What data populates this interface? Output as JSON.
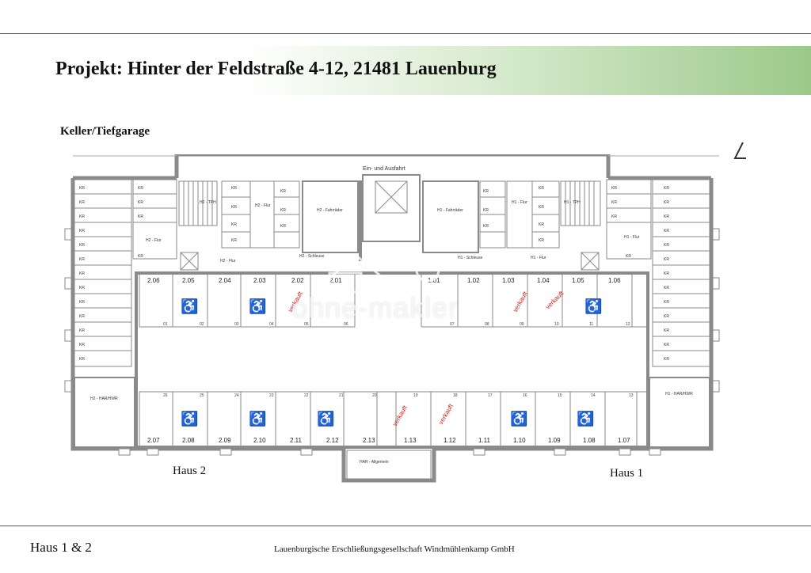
{
  "header": {
    "title": "Projekt: Hinter der Feldstraße 4-12, 21481 Lauenburg"
  },
  "section": {
    "title": "Keller/Tiefgarage"
  },
  "plan": {
    "entrance_label": "Ein- und Ausfahrt",
    "stall_top_codes": [
      "2.06",
      "2.05",
      "2.04",
      "2.03",
      "2.02",
      "2.01",
      "1.01",
      "1.02",
      "1.03",
      "1.04",
      "1.05",
      "1.06"
    ],
    "stall_bottom_codes": [
      "2.07",
      "2.08",
      "2.09",
      "2.10",
      "2.11",
      "2.12",
      "2.13",
      "1.13",
      "1.12",
      "1.11",
      "1.10",
      "1.09",
      "1.08",
      "1.07"
    ],
    "stall_top_numbers": [
      "01",
      "02",
      "03",
      "04",
      "05",
      "06",
      "07",
      "08",
      "09",
      "10",
      "11",
      "12"
    ],
    "stall_bottom_numbers": [
      "26",
      "25",
      "24",
      "23",
      "22",
      "21",
      "20",
      "19",
      "18",
      "17",
      "16",
      "15",
      "14",
      "13"
    ],
    "sold_label": "verkauft",
    "kr_label": "KR",
    "rooms": {
      "h2_tph": "H2 - TPH",
      "h2_flur": "H2 - Flur",
      "h2_fahrrader": "H2 - Fahrräder",
      "h2_schleuse": "H2 - Schleuse",
      "h1_fahrrader": "H1 - Fahrräder",
      "h1_flur": "H1 - Flur",
      "h1_tph": "H1 - TPH",
      "h1_schleuse": "H1 - Schleuse",
      "h2_hwr": "H2 - HAR/HWR",
      "h1_hwr": "H1 - HAR/HWR",
      "har": "HAR - Allgemein"
    }
  },
  "labels": {
    "haus2": "Haus 2",
    "haus1": "Haus 1"
  },
  "watermark": {
    "text": "ohne-makler"
  },
  "footer": {
    "left": "Haus 1 & 2",
    "right": "Lauenburgische Erschließungsgesellschaft Windmühlenkamp GmbH"
  },
  "colors": {
    "banner_green": "#9cc98a",
    "wall": "#8a8a8a",
    "sold_red": "#cc2222"
  }
}
